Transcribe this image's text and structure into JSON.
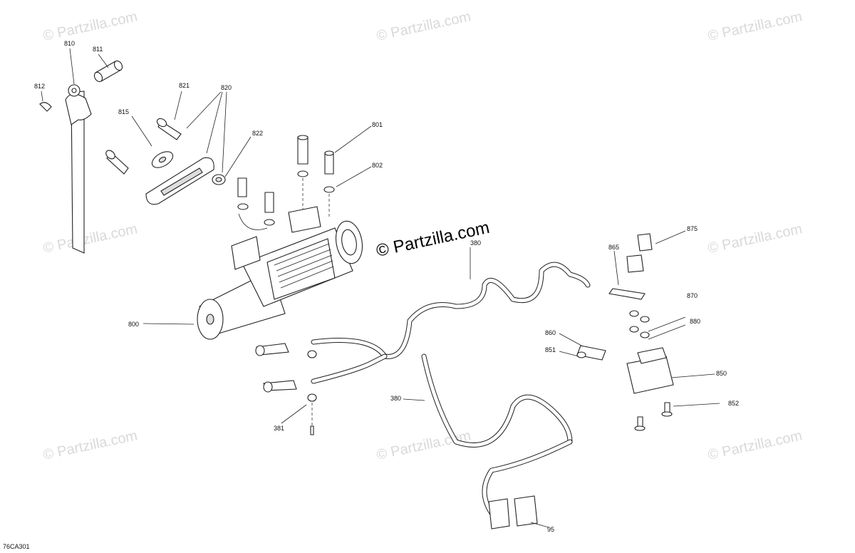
{
  "watermark": {
    "text": "© Partzilla.com",
    "center_text": "© Partzilla.com"
  },
  "diagram_code": "76CA301",
  "callouts": {
    "c810": "810",
    "c811": "811",
    "c812": "812",
    "c815": "815",
    "c821": "821",
    "c820": "820",
    "c822": "822",
    "c801": "801",
    "c802": "802",
    "c800": "800",
    "c380a": "380",
    "c380b": "380",
    "c381": "381",
    "c875": "875",
    "c865": "865",
    "c870": "870",
    "c880": "880",
    "c860": "860",
    "c851": "851",
    "c850": "850",
    "c852": "852",
    "c95": "95"
  }
}
